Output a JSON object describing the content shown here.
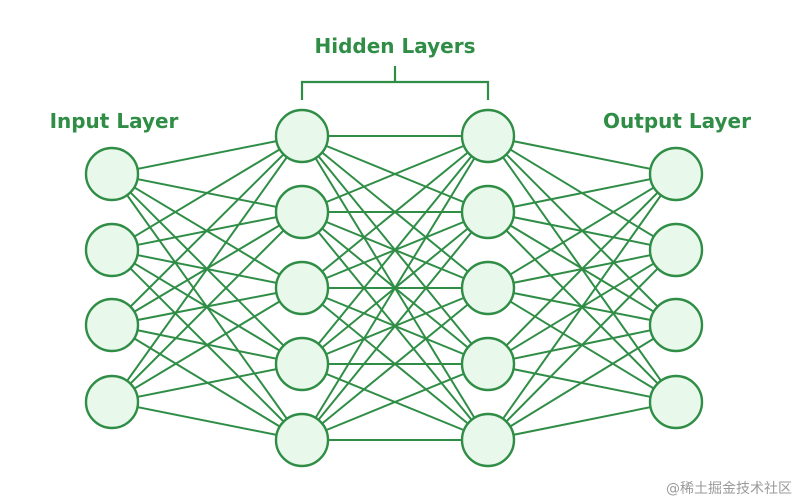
{
  "labels": {
    "input": "Input Layer",
    "hidden": "Hidden Layers",
    "output": "Output Layer"
  },
  "watermark": "@稀土掘金技术社区",
  "colors": {
    "stroke": "#2f8d46",
    "node_fill": "#e8f8ea",
    "text": "#2f8d46",
    "background": "#ffffff"
  },
  "network": {
    "layers": [
      {
        "role": "input",
        "nodes": 4
      },
      {
        "role": "hidden",
        "nodes": 5
      },
      {
        "role": "hidden",
        "nodes": 5
      },
      {
        "role": "output",
        "nodes": 4
      }
    ],
    "fully_connected": true
  }
}
